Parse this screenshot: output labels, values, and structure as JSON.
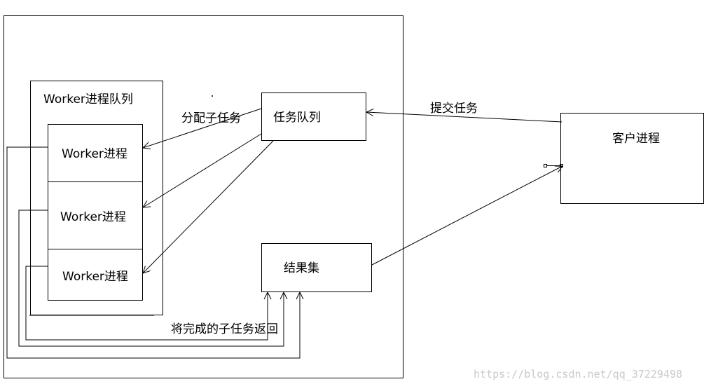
{
  "nodes": {
    "worker_queue": "Worker进程队列",
    "worker_1": "Worker进程",
    "worker_2": "Worker进程",
    "worker_3": "Worker进程",
    "task_queue": "任务队列",
    "result_set": "结果集",
    "client": "客户进程"
  },
  "edges": {
    "assign_subtask": "分配子任务",
    "submit_task": "提交任务",
    "return_subtask": "将完成的子任务返回"
  },
  "watermark": "https://blog.csdn.net/qq_37229498"
}
